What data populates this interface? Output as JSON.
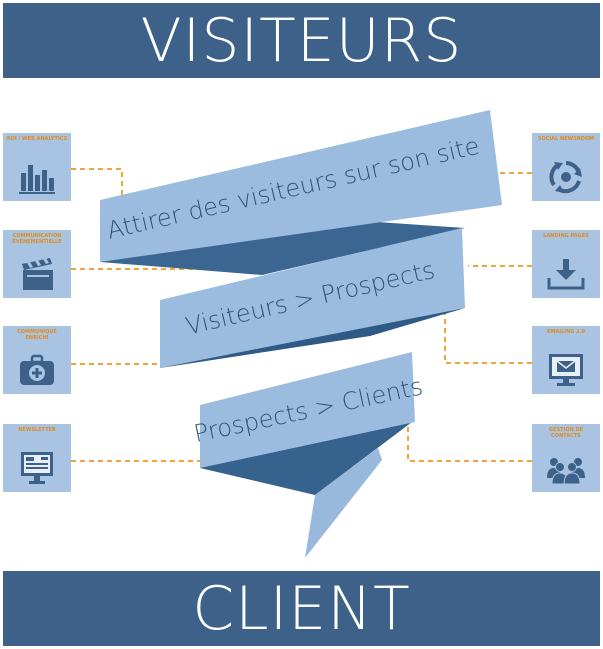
{
  "title": "VISITEURS",
  "bottom_title": "CLIENT",
  "ribbon": {
    "band1": "Attirer des visiteurs sur son site",
    "band2": "Visiteurs > Prospects",
    "band3": "Prospects > Clients"
  },
  "left_tiles": [
    {
      "label": "ROI / WEB ANALYTICS",
      "icon": "bar-chart-icon"
    },
    {
      "label": "COMMUNICATION ÉVÉNEMENTIELLE",
      "icon": "clapperboard-icon"
    },
    {
      "label": "COMMUNIQUÉ ENRICHI",
      "icon": "medical-case-icon"
    },
    {
      "label": "NEWSLETTER",
      "icon": "newsletter-monitor-icon"
    }
  ],
  "right_tiles": [
    {
      "label": "SOCIAL NEWSROOM",
      "icon": "refresh-cycle-icon"
    },
    {
      "label": "LANDING PAGES",
      "icon": "download-tray-icon"
    },
    {
      "label": "EMAILING 2.0",
      "icon": "email-monitor-icon"
    },
    {
      "label": "GESTION DE CONTACTS",
      "icon": "people-group-icon"
    }
  ],
  "colors": {
    "banner": "#3d6189",
    "tile": "#a8c4e2",
    "tile_label": "#e58a1a",
    "ribbon_light": "#98b9dc",
    "ribbon_dark": "#3a6591",
    "connector": "#f2a33a",
    "icon": "#3d6189"
  }
}
